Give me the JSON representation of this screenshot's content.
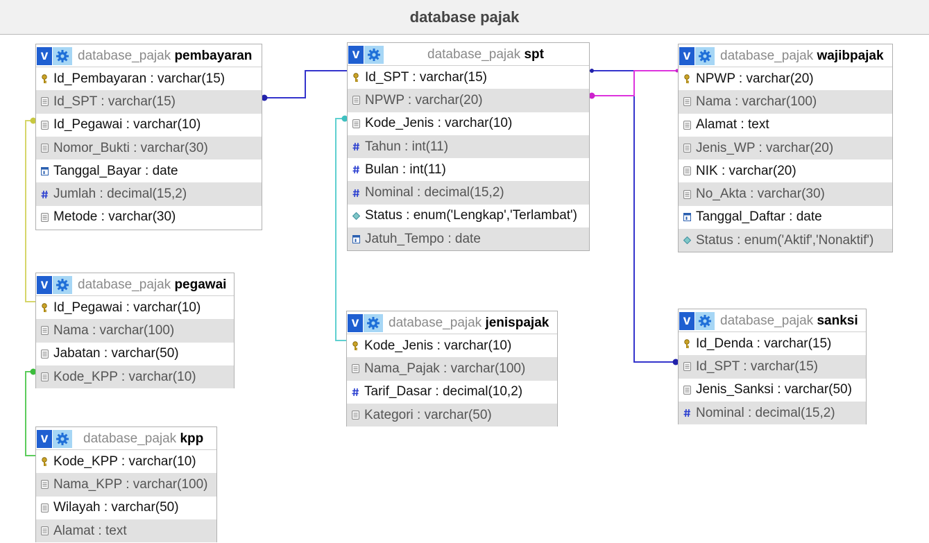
{
  "page": {
    "title": "database pajak"
  },
  "colors": {
    "link_blue": "#3333cc",
    "link_magenta": "#dd33dd",
    "link_yellow": "#d6d66a",
    "link_cyan": "#5fd0d0",
    "link_green": "#5ccc5c",
    "header_v_button": "#1f5fd1",
    "header_gear_button": "#a6d6f5",
    "row_alt": "#e1e1e1"
  },
  "tables": [
    {
      "id": "pembayaran",
      "db": "database_pajak",
      "name": "pembayaran",
      "columns": [
        {
          "text": "Id_Pembayaran : varchar(15)",
          "icon": "key-icon"
        },
        {
          "text": "Id_SPT : varchar(15)",
          "icon": "column-icon"
        },
        {
          "text": "Id_Pegawai : varchar(10)",
          "icon": "column-icon"
        },
        {
          "text": "Nomor_Bukti : varchar(30)",
          "icon": "column-icon"
        },
        {
          "text": "Tanggal_Bayar : date",
          "icon": "date-icon"
        },
        {
          "text": "Jumlah : decimal(15,2)",
          "icon": "numeric-icon"
        },
        {
          "text": "Metode : varchar(30)",
          "icon": "column-icon"
        }
      ]
    },
    {
      "id": "spt",
      "db": "database_pajak",
      "name": "spt",
      "columns": [
        {
          "text": "Id_SPT : varchar(15)",
          "icon": "key-icon"
        },
        {
          "text": "NPWP : varchar(20)",
          "icon": "column-icon"
        },
        {
          "text": "Kode_Jenis : varchar(10)",
          "icon": "column-icon"
        },
        {
          "text": "Tahun : int(11)",
          "icon": "numeric-icon"
        },
        {
          "text": "Bulan : int(11)",
          "icon": "numeric-icon"
        },
        {
          "text": "Nominal : decimal(15,2)",
          "icon": "numeric-icon"
        },
        {
          "text": "Status : enum('Lengkap','Terlambat')",
          "icon": "enum-icon"
        },
        {
          "text": "Jatuh_Tempo : date",
          "icon": "date-icon"
        }
      ]
    },
    {
      "id": "wajibpajak",
      "db": "database_pajak",
      "name": "wajibpajak",
      "columns": [
        {
          "text": "NPWP : varchar(20)",
          "icon": "key-icon"
        },
        {
          "text": "Nama : varchar(100)",
          "icon": "column-icon"
        },
        {
          "text": "Alamat : text",
          "icon": "column-icon"
        },
        {
          "text": "Jenis_WP : varchar(20)",
          "icon": "column-icon"
        },
        {
          "text": "NIK : varchar(20)",
          "icon": "column-icon"
        },
        {
          "text": "No_Akta : varchar(30)",
          "icon": "column-icon"
        },
        {
          "text": "Tanggal_Daftar : date",
          "icon": "date-icon"
        },
        {
          "text": "Status : enum('Aktif','Nonaktif')",
          "icon": "enum-icon"
        }
      ]
    },
    {
      "id": "pegawai",
      "db": "database_pajak",
      "name": "pegawai",
      "columns": [
        {
          "text": "Id_Pegawai : varchar(10)",
          "icon": "key-icon"
        },
        {
          "text": "Nama : varchar(100)",
          "icon": "column-icon"
        },
        {
          "text": "Jabatan : varchar(50)",
          "icon": "column-icon"
        },
        {
          "text": "Kode_KPP : varchar(10)",
          "icon": "column-icon"
        }
      ]
    },
    {
      "id": "jenispajak",
      "db": "database_pajak",
      "name": "jenispajak",
      "columns": [
        {
          "text": "Kode_Jenis : varchar(10)",
          "icon": "key-icon"
        },
        {
          "text": "Nama_Pajak : varchar(100)",
          "icon": "column-icon"
        },
        {
          "text": "Tarif_Dasar : decimal(10,2)",
          "icon": "numeric-icon"
        },
        {
          "text": "Kategori : varchar(50)",
          "icon": "column-icon"
        }
      ]
    },
    {
      "id": "sanksi",
      "db": "database_pajak",
      "name": "sanksi",
      "columns": [
        {
          "text": "Id_Denda : varchar(15)",
          "icon": "key-icon"
        },
        {
          "text": "Id_SPT : varchar(15)",
          "icon": "column-icon"
        },
        {
          "text": "Jenis_Sanksi : varchar(50)",
          "icon": "column-icon"
        },
        {
          "text": "Nominal : decimal(15,2)",
          "icon": "numeric-icon"
        }
      ]
    },
    {
      "id": "kpp",
      "db": "database_pajak",
      "name": "kpp",
      "columns": [
        {
          "text": "Kode_KPP : varchar(10)",
          "icon": "key-icon"
        },
        {
          "text": "Nama_KPP : varchar(100)",
          "icon": "column-icon"
        },
        {
          "text": "Wilayah : varchar(50)",
          "icon": "column-icon"
        },
        {
          "text": "Alamat : text",
          "icon": "column-icon"
        }
      ]
    }
  ],
  "relations": [
    {
      "from": "pembayaran.Id_SPT",
      "to": "spt.Id_SPT",
      "color": "#3333cc"
    },
    {
      "from": "spt.NPWP",
      "to": "wajibpajak.NPWP",
      "color": "#dd33dd"
    },
    {
      "from": "sanksi.Id_SPT",
      "to": "spt.Id_SPT",
      "color": "#3333cc"
    },
    {
      "from": "pembayaran.Id_Pegawai",
      "to": "pegawai.Id_Pegawai",
      "color": "#d6d66a"
    },
    {
      "from": "spt.Kode_Jenis",
      "to": "jenispajak.Kode_Jenis",
      "color": "#5fd0d0"
    },
    {
      "from": "pegawai.Kode_KPP",
      "to": "kpp.Kode_KPP",
      "color": "#5ccc5c"
    }
  ]
}
